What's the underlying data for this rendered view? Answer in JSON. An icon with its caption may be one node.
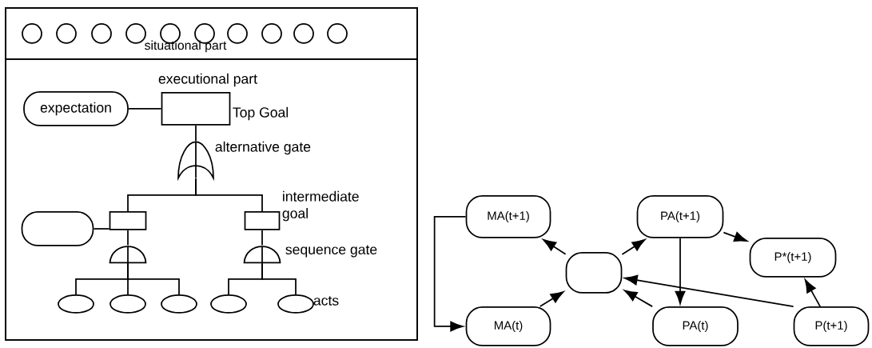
{
  "diagram": {
    "nodes": [
      {
        "text": [],
        "shape": "box"
      },
      {
        "text": [
          "situational part"
        ],
        "in": 0
      },
      {
        "text": [],
        "shape": "circle",
        "in": 1
      },
      {
        "text": [],
        "shape": "circle",
        "in": 1
      },
      {
        "text": [],
        "shape": "circle",
        "in": 1
      },
      {
        "text": [],
        "shape": "circle",
        "in": 1
      },
      {
        "text": [],
        "shape": "circle",
        "in": 1
      },
      {
        "text": [],
        "shape": "circle",
        "in": 1
      },
      {
        "text": [],
        "shape": "circle",
        "in": 1
      },
      {
        "text": [],
        "shape": "circle",
        "in": 1
      },
      {
        "text": [],
        "shape": "circle",
        "in": 1
      },
      {
        "text": [],
        "shape": "circle",
        "in": 1
      },
      {
        "text": [
          "executional part"
        ],
        "in": 0
      },
      {
        "text": [
          "expectation"
        ],
        "in": 12
      },
      {
        "text": [],
        "shape": "box",
        "beside": [
          "Top Goal"
        ],
        "in": 12
      },
      {
        "text": [],
        "shape": "gate",
        "beside": [
          "alternative gate"
        ],
        "in": 12
      },
      {
        "text": [],
        "shape": "box",
        "in": 12
      },
      {
        "text": [],
        "shape": "box",
        "in": 12
      },
      {
        "text": [],
        "shape": "box",
        "beside": [
          "intermediate goal"
        ],
        "in": 12
      },
      {
        "text": [],
        "shape": "gate",
        "in": 12
      },
      {
        "text": [],
        "shape": "gate",
        "beside": [
          "sequence gate"
        ],
        "in": 12
      },
      {
        "text": [],
        "shape": "ellipse",
        "in": 12
      },
      {
        "text": [],
        "shape": "ellipse",
        "in": 12
      },
      {
        "text": [],
        "shape": "ellipse",
        "in": 12
      },
      {
        "text": [],
        "shape": "ellipse",
        "in": 12
      },
      {
        "text": [],
        "shape": "ellipse",
        "beside": [
          "acts"
        ],
        "in": 12
      },
      {
        "text": [
          "MA(t+1)"
        ]
      },
      {
        "text": [
          "PA(t+1)"
        ]
      },
      {
        "text": [
          "P*(t+1)"
        ]
      },
      {
        "text": [],
        "shape": "box"
      },
      {
        "text": [
          "MA(t)"
        ]
      },
      {
        "text": [
          "PA(t)"
        ]
      },
      {
        "text": [
          "P(t+1)"
        ]
      }
    ],
    "edges": [
      {
        "from": 13,
        "to": 14,
        "arrow": "none"
      },
      {
        "from": 14,
        "to": 15,
        "arrow": "none"
      },
      {
        "from": 15,
        "to": 17,
        "arrow": "none"
      },
      {
        "from": 15,
        "to": 18,
        "arrow": "none"
      },
      {
        "from": 16,
        "to": 17,
        "arrow": "none"
      },
      {
        "from": 17,
        "to": 19,
        "arrow": "none"
      },
      {
        "from": 18,
        "to": 20,
        "arrow": "none"
      },
      {
        "from": 19,
        "to": 21,
        "arrow": "none"
      },
      {
        "from": 19,
        "to": 22,
        "arrow": "none"
      },
      {
        "from": 19,
        "to": 23,
        "arrow": "none"
      },
      {
        "from": 20,
        "to": 24,
        "arrow": "none"
      },
      {
        "from": 20,
        "to": 25,
        "arrow": "none"
      },
      {
        "from": 29,
        "to": 26,
        "arrow": "to"
      },
      {
        "from": 29,
        "to": 27,
        "arrow": "to"
      },
      {
        "from": 27,
        "to": 28,
        "arrow": "to"
      },
      {
        "from": 27,
        "to": 31,
        "arrow": "to"
      },
      {
        "from": 30,
        "to": 29,
        "arrow": "to"
      },
      {
        "from": 31,
        "to": 29,
        "arrow": "to"
      },
      {
        "from": 32,
        "to": 29,
        "arrow": "to"
      },
      {
        "from": 32,
        "to": 28,
        "arrow": "to"
      },
      {
        "from": 26,
        "to": 30,
        "arrow": "to"
      }
    ]
  }
}
